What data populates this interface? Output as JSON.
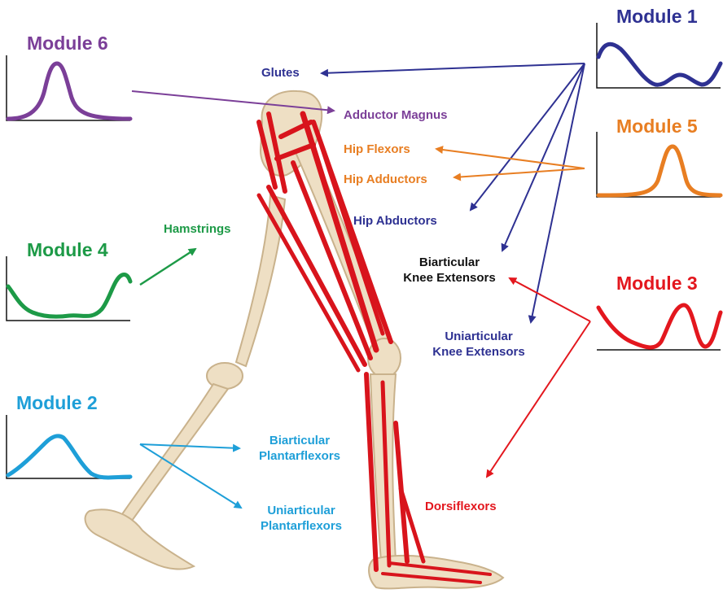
{
  "colors": {
    "purple": "#7B3F98",
    "navy": "#2E3192",
    "orange": "#E87E22",
    "green": "#1D9A47",
    "red": "#E3171E",
    "cyan": "#1E9FD8",
    "black": "#111111",
    "bone": "#EEDFC4",
    "bone_shadow": "#C9B28C",
    "muscle": "#D8141C"
  },
  "modules": [
    {
      "id": "m1",
      "title": "Module 1",
      "color": "navy",
      "icon": "activation-curve-icon"
    },
    {
      "id": "m2",
      "title": "Module 2",
      "color": "cyan",
      "icon": "activation-curve-icon"
    },
    {
      "id": "m3",
      "title": "Module 3",
      "color": "red",
      "icon": "activation-curve-icon"
    },
    {
      "id": "m4",
      "title": "Module 4",
      "color": "green",
      "icon": "activation-curve-icon"
    },
    {
      "id": "m5",
      "title": "Module 5",
      "color": "orange",
      "icon": "activation-curve-icon"
    },
    {
      "id": "m6",
      "title": "Module 6",
      "color": "purple",
      "icon": "activation-curve-icon"
    }
  ],
  "muscles": {
    "glutes": {
      "lines": [
        "Glutes"
      ],
      "module": "m1"
    },
    "adductor_magnus": {
      "lines": [
        "Adductor Magnus"
      ],
      "module": "m6"
    },
    "hip_flexors": {
      "lines": [
        "Hip Flexors"
      ],
      "module": "m5"
    },
    "hip_adductors": {
      "lines": [
        "Hip Adductors"
      ],
      "module": "m5"
    },
    "hip_abductors": {
      "lines": [
        "Hip Abductors"
      ],
      "module": "m1"
    },
    "hamstrings": {
      "lines": [
        "Hamstrings"
      ],
      "module": "m4"
    },
    "biarticular_knee_extensors": {
      "lines": [
        "Biarticular",
        "Knee Extensors"
      ],
      "module": "m1, m3"
    },
    "uniarticular_knee_extensors": {
      "lines": [
        "Uniarticular",
        "Knee Extensors"
      ],
      "module": "m1"
    },
    "biarticular_plantarflexors": {
      "lines": [
        "Biarticular",
        "Plantarflexors"
      ],
      "module": "m2"
    },
    "uniarticular_plantarflexors": {
      "lines": [
        "Uniarticular",
        "Plantarflexors"
      ],
      "module": "m2"
    },
    "dorsiflexors": {
      "lines": [
        "Dorsiflexors"
      ],
      "module": "m3"
    }
  },
  "illustration": {
    "icon": "leg-skeleton-with-muscles-icon"
  }
}
